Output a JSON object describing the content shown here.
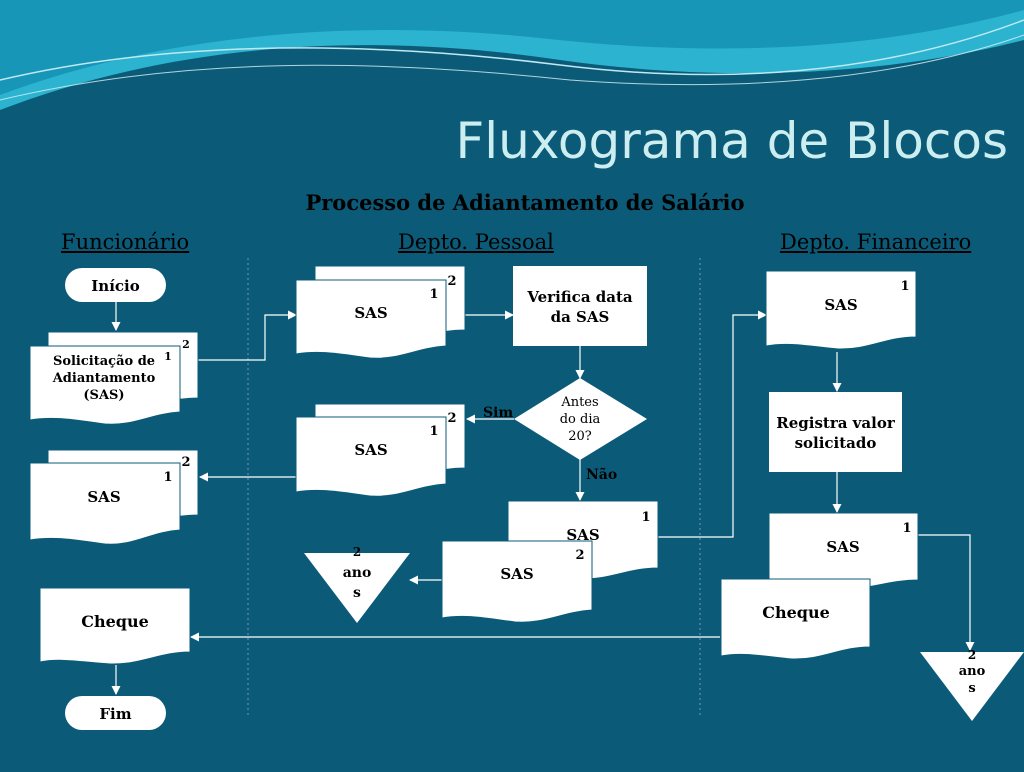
{
  "slide": {
    "title": "Fluxograma de Blocos",
    "subtitle": "Processo de Adiantamento de Salário",
    "background": "#0b5b78",
    "title_color": "#cdeef0"
  },
  "lanes": [
    "Funcionário",
    "Depto. Pessoal",
    "Depto. Financeiro"
  ],
  "nodes": {
    "inicio": "Início",
    "fim": "Fim",
    "solicitacao": [
      "Solicitação de",
      "Adiantamento",
      "(SAS)"
    ],
    "verifica": [
      "Verifica data",
      "da SAS"
    ],
    "decisao": [
      "Antes",
      "do dia",
      "20?"
    ],
    "registra": [
      "Registra valor",
      "solicitado"
    ],
    "sas": "SAS",
    "cheque": "Cheque",
    "copy_1": "1",
    "copy_2": "2",
    "archive": [
      "2",
      "ano",
      "s"
    ]
  },
  "edge_labels": {
    "yes": "Sim",
    "no": "Não"
  }
}
